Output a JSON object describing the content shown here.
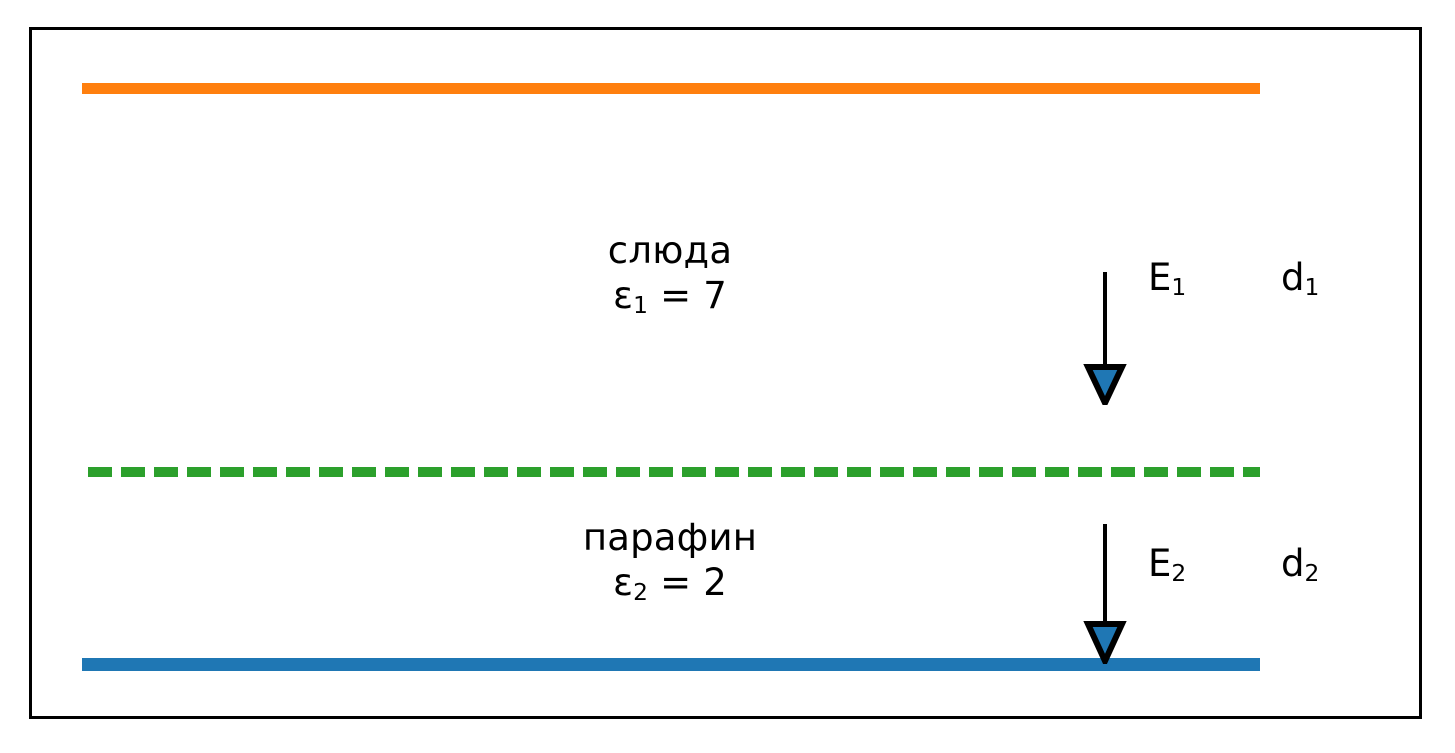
{
  "figure": {
    "title": "Two-layer dielectric capacitor diagram",
    "background_color": "#ffffff",
    "frame_color": "#000000"
  },
  "plates": {
    "top": {
      "name": "top-plate",
      "color": "#ff7f0e"
    },
    "bottom": {
      "name": "bottom-plate",
      "color": "#1f77b4"
    }
  },
  "interface": {
    "name": "dielectric-interface",
    "color": "#2ca02c",
    "style": "dashed"
  },
  "layers": [
    {
      "material": "слюда",
      "permittivity": "ε",
      "permittivity_sub": "1",
      "permittivity_value": "= 7",
      "field_label": "E",
      "field_sub": "1",
      "thickness_label": "d",
      "thickness_sub": "1"
    },
    {
      "material": "парафин",
      "permittivity": "ε",
      "permittivity_sub": "2",
      "permittivity_value": "= 2",
      "field_label": "E",
      "field_sub": "2",
      "thickness_label": "d",
      "thickness_sub": "2"
    }
  ],
  "arrows": {
    "stem_color": "#000000",
    "head_fill": "#1f77b4",
    "head_stroke": "#000000",
    "direction": "down"
  }
}
